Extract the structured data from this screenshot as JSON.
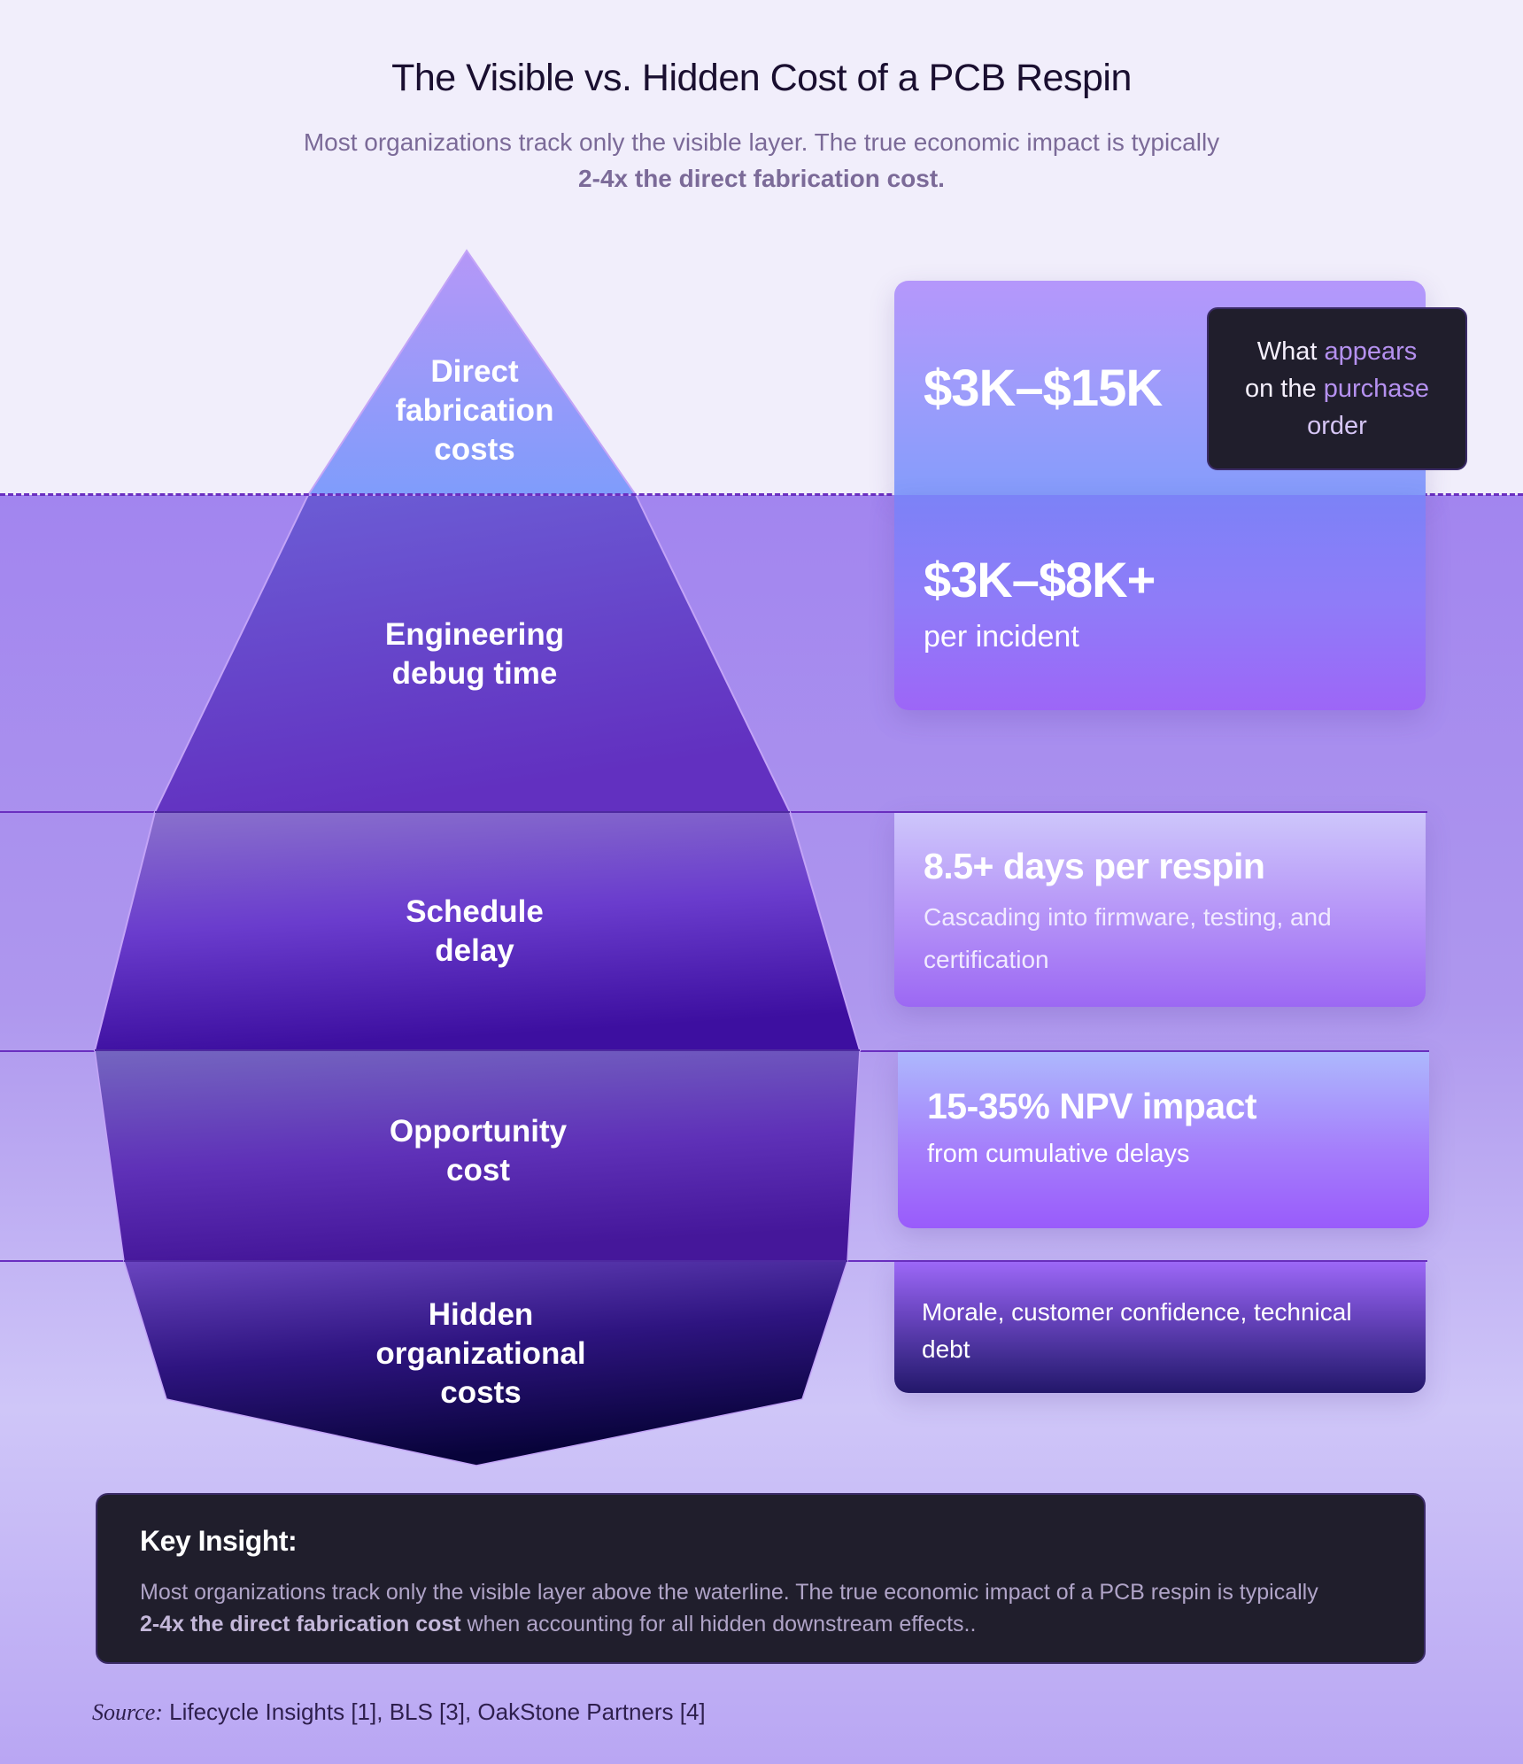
{
  "header": {
    "title": "The Visible vs. Hidden Cost of a PCB Respin",
    "subtitle_line1": "Most organizations track only the visible layer. The true economic impact is typically",
    "subtitle_bold": "2-4x the direct fabrication cost."
  },
  "iceberg": {
    "layers": [
      {
        "label_lines": [
          "Direct",
          "fabrication",
          "costs"
        ],
        "zone": "above-water"
      },
      {
        "label_lines": [
          "Engineering",
          "debug time"
        ],
        "zone": "below-water"
      },
      {
        "label_lines": [
          "Schedule",
          "delay"
        ],
        "zone": "below-water"
      },
      {
        "label_lines": [
          "Opportunity",
          "cost"
        ],
        "zone": "below-water"
      },
      {
        "label_lines": [
          "Hidden",
          "organizational",
          "costs"
        ],
        "zone": "below-water"
      }
    ]
  },
  "cards": [
    {
      "value": "$3K–$15K"
    },
    {
      "value": "$3K–$8K+",
      "sub": "per incident"
    },
    {
      "value": "8.5+ days per respin",
      "sub_line1": "Cascading into firmware, testing, and",
      "sub_line2": "certification"
    },
    {
      "value": "15-35% NPV impact",
      "sub": "from cumulative delays"
    },
    {
      "text_line1": "Morale, customer confidence, technical",
      "text_line2": "debt"
    }
  ],
  "tooltip": {
    "w1": "What",
    "p1": "appears",
    "w2": "on the",
    "p2": "purchase",
    "p3": "order"
  },
  "insight": {
    "heading": "Key Insight:",
    "body_line1": "Most organizations track only the visible layer above the waterline. The true economic impact of a PCB respin is typically",
    "body_bold": "2-4x the direct fabrication cost",
    "body_rest": " when accounting for all hidden downstream effects.."
  },
  "source": {
    "label": "Source:",
    "text": " Lifecycle Insights [1], BLS [3], OakStone Partners [4]"
  },
  "colors": {
    "waterline": "#6a2fc0",
    "above_bg": "#f1eefb",
    "below_bg": "#a285ef",
    "dark_panel": "#201e2c"
  }
}
